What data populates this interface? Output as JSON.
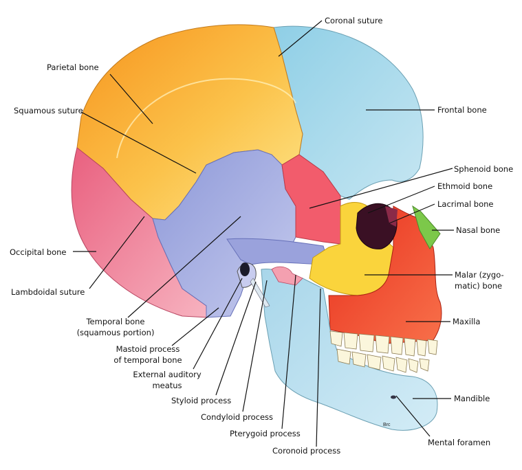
{
  "diagram": {
    "labels": {
      "coronal_suture": "Coronal suture",
      "parietal_bone": "Parietal bone",
      "squamous_suture": "Squamous suture",
      "frontal_bone": "Frontal bone",
      "sphenoid_bone": "Sphenoid bone",
      "ethmoid_bone": "Ethmoid bone",
      "lacrimal_bone": "Lacrimal bone",
      "nasal_bone": "Nasal bone",
      "occipital_bone": "Occipital bone",
      "lambdoidal_suture": "Lambdoidal suture",
      "malar_line1": "Malar (zygo-",
      "malar_line2": "matic) bone",
      "temporal_line1": "Temporal bone",
      "temporal_line2": "(squamous portion)",
      "maxilla": "Maxilla",
      "mastoid_line1": "Mastoid process",
      "mastoid_line2": "of temporal bone",
      "external_line1": "External auditory",
      "external_line2": "meatus",
      "styloid": "Styloid process",
      "mandible": "Mandible",
      "condyloid": "Condyloid process",
      "pterygoid": "Pterygoid process",
      "mental_foramen": "Mental foramen",
      "coronoid": "Coronoid process"
    },
    "signature": "Brc",
    "colors": {
      "parietal": "#f8b43a",
      "frontal": "#a9d8e8",
      "occipital": "#ef8aa0",
      "temporal": "#a8b0e0",
      "sphenoid": "#f25c6c",
      "malar": "#fad43c",
      "maxilla": "#f04a2a",
      "mandible": "#b8dcec",
      "nasal": "#7cc84a"
    }
  }
}
